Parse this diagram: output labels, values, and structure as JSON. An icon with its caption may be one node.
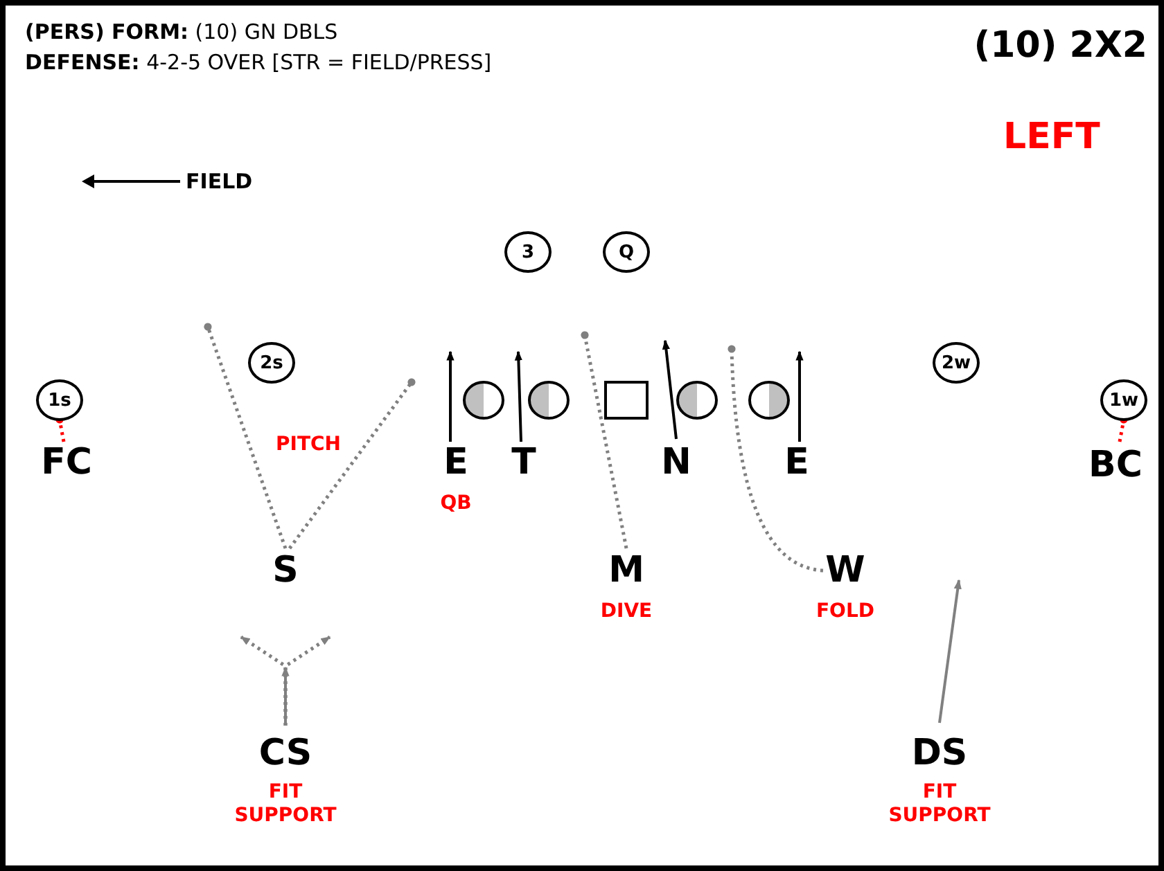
{
  "diagram": {
    "title": "(10) 2X2",
    "nodes": [
      {
        "text": [
          "3"
        ]
      },
      {
        "text": [
          "Q"
        ]
      },
      {
        "text": [
          "2s"
        ]
      },
      {
        "text": [
          "2w"
        ]
      },
      {
        "text": [
          "1s"
        ]
      },
      {
        "text": [
          "1w"
        ]
      },
      {
        "text": [
          "FC"
        ]
      },
      {
        "text": [
          "BC"
        ]
      },
      {
        "text": [
          "E"
        ],
        "beside": [
          "QB"
        ]
      },
      {
        "text": [
          "T"
        ]
      },
      {
        "text": [
          "N"
        ]
      },
      {
        "text": [
          "E"
        ]
      },
      {
        "text": [
          "S"
        ]
      },
      {
        "text": [
          "M"
        ],
        "beside": [
          "DIVE"
        ]
      },
      {
        "text": [
          "W"
        ],
        "beside": [
          "FOLD"
        ]
      },
      {
        "text": [
          "CS"
        ],
        "beside": [
          "FIT SUPPORT"
        ]
      },
      {
        "text": [
          "DS"
        ],
        "beside": [
          "FIT SUPPORT"
        ]
      },
      {
        "text": [],
        "shape": "circle"
      },
      {
        "text": [],
        "shape": "circle"
      },
      {
        "text": [],
        "shape": "box"
      },
      {
        "text": [],
        "shape": "circle"
      },
      {
        "text": [],
        "shape": "circle"
      }
    ],
    "edges": [
      {
        "from": 8,
        "to": null,
        "arrow": "to",
        "color": "#000000"
      },
      {
        "from": 9,
        "to": null,
        "arrow": "to",
        "color": "#000000"
      },
      {
        "from": 10,
        "to": null,
        "arrow": "to",
        "color": "#000000"
      },
      {
        "from": 11,
        "to": null,
        "arrow": "to",
        "color": "#000000"
      },
      {
        "from": 12,
        "to": null,
        "arrow": "other",
        "style": "dashed"
      },
      {
        "from": 12,
        "to": null,
        "arrow": "other",
        "style": "dashed"
      },
      {
        "from": 13,
        "to": null,
        "arrow": "other",
        "style": "dashed"
      },
      {
        "from": 14,
        "to": null,
        "arrow": "other",
        "style": "dashed"
      },
      {
        "from": 15,
        "to": null,
        "arrow": "to"
      },
      {
        "from": 15,
        "to": null,
        "arrow": "to",
        "style": "dashed"
      },
      {
        "from": 15,
        "to": null,
        "arrow": "to",
        "style": "dashed"
      },
      {
        "from": 16,
        "to": null,
        "arrow": "to"
      },
      {
        "from": 6,
        "to": 4,
        "arrow": "other",
        "style": "dashed",
        "color": "#ff0000"
      },
      {
        "from": 7,
        "to": 5,
        "arrow": "other",
        "style": "dashed",
        "color": "#ff0000"
      }
    ],
    "labels": [
      "**(PERS) FORM:** (10) GN DBLS",
      "**DEFENSE:** 4-2-5 OVER [STR = FIELD/PRESS]",
      "LEFT",
      "FIELD",
      "PITCH"
    ]
  }
}
